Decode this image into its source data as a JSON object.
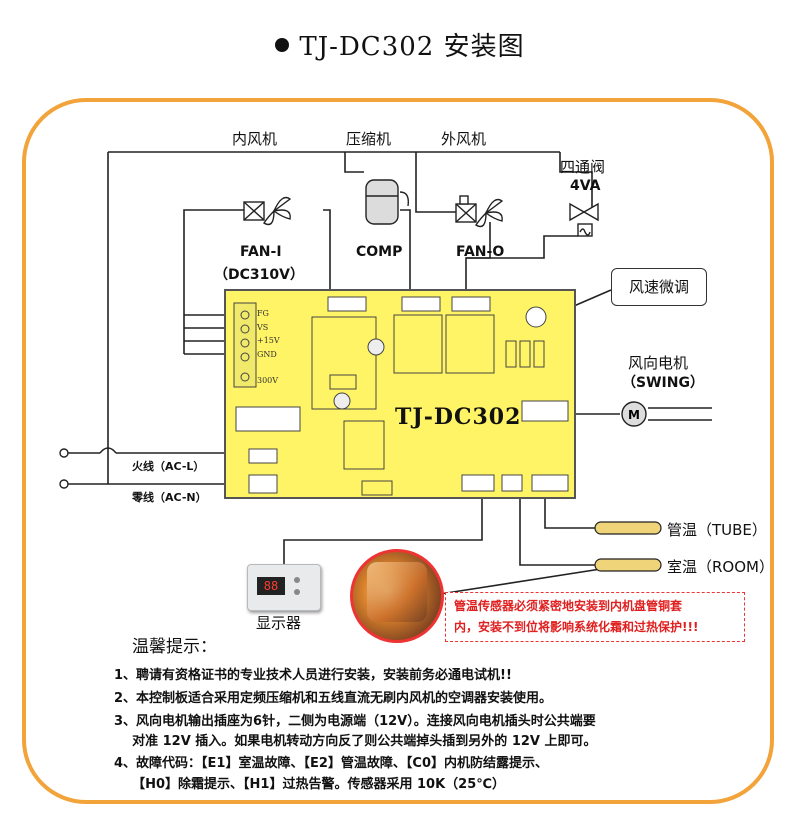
{
  "title": "TJ-DC302 安装图",
  "labels": {
    "indoor_fan": "内风机",
    "compressor": "压缩机",
    "outdoor_fan": "外风机",
    "four_way_valve": "四通阀",
    "four_way_valve_code": "4VA",
    "fan_i": "FAN-I",
    "fan_i_voltage": "（DC310V）",
    "comp": "COMP",
    "fan_o": "FAN-O",
    "fan_speed_adjust": "风速微调",
    "swing_motor": "风向电机",
    "swing_motor_en": "（SWING）",
    "live_wire": "火线（AC-L）",
    "neutral_wire": "零线（AC-N）",
    "tube_temp": "管温（TUBE）",
    "room_temp": "室温（ROOM）",
    "display": "显示器"
  },
  "board": {
    "model": "TJ-DC302",
    "terminals": [
      "FG",
      "VS",
      "+15V",
      "GND",
      "300V"
    ],
    "display_digits": "88"
  },
  "warning": {
    "line1": "管温传感器必须紧密地安装到内机盘管铜套",
    "line2": "内，安装不到位将影响系统化霜和过热保护!!!"
  },
  "tips": {
    "heading": "温馨提示：",
    "items": [
      "1、聘请有资格证书的专业技术人员进行安装，安装前务必通电试机!!",
      "2、本控制板适合采用定频压缩机和五线直流无刷内风机的空调器安装使用。",
      "3、风向电机输出插座为6针，二侧为电源端（12V）。连接风向电机插头时公共端要",
      "    对准 12V 插入。如果电机转动方向反了则公共端掉头插到另外的 12V 上即可。",
      "4、故障代码：【E1】室温故障、【E2】管温故障、【C0】内机防结露提示、",
      "    【H0】除霜提示、【H1】过热告警。传感器采用 10K（25℃）"
    ]
  },
  "colors": {
    "frame": "#f2a33a",
    "board": "#fff466",
    "warning": "#e02020"
  }
}
